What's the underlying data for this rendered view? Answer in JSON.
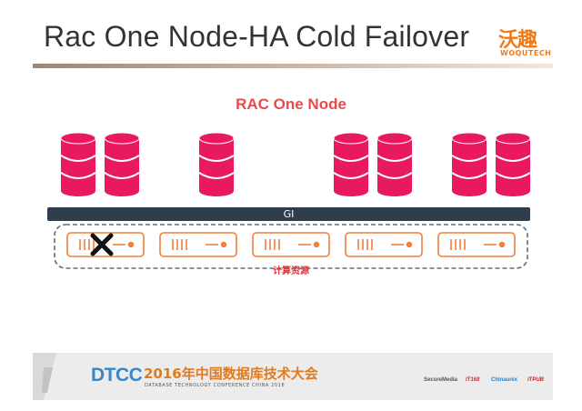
{
  "slide": {
    "title": "Rac One Node-HA Cold Failover",
    "logo_cn": "沃趣",
    "logo_en": "WOQUTECH"
  },
  "diagram": {
    "title": "RAC One Node",
    "gi_label": "GI",
    "compute_label": "计算资源",
    "database_groups": [
      2,
      1,
      2,
      2
    ],
    "server_count": 5,
    "failed_server_index": 0
  },
  "footer": {
    "brand": "DTCC",
    "conference_cn": "2016年中国数据库技术大会",
    "conference_en": "DATABASE TECHNOLOGY CONFERENCE CHINA 2016",
    "sponsors": [
      "SecureMedia",
      "IT168",
      "Chinaunix",
      "ITPUB"
    ]
  },
  "colors": {
    "database": "#e8195f",
    "database_line": "#ffffff",
    "server_border": "#f07f3c",
    "gi_bar": "#2f3d4c",
    "dashed_outline": "#5a6e82",
    "diagram_title": "#e94a4a",
    "compute_label": "#e53535"
  }
}
